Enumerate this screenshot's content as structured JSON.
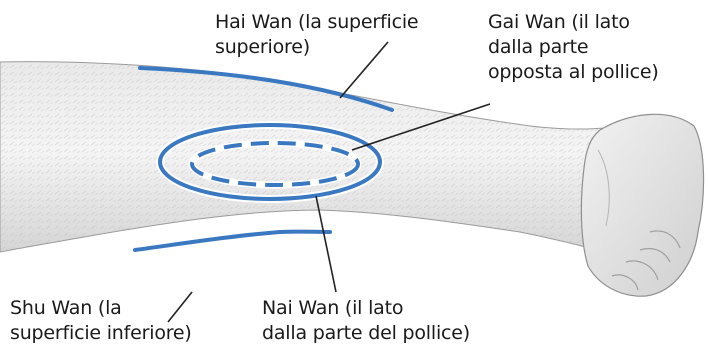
{
  "labels": {
    "hai_wan": [
      "Hai Wan (la superficie",
      "superiore)"
    ],
    "gai_wan": [
      "Gai Wan (il lato",
      "dalla parte",
      "opposta al pollice)"
    ],
    "shu_wan": [
      "Shu Wan (la",
      "superficie inferiore)"
    ],
    "nai_wan": [
      "Nai Wan (il lato",
      "dalla parte del pollice)"
    ]
  },
  "colors": {
    "marker_blue": "#3b78c2",
    "skin": "#efefef",
    "skin_shadow": "#c9c9c9",
    "outline": "#8a8a8a",
    "leader_line": "#222222"
  }
}
